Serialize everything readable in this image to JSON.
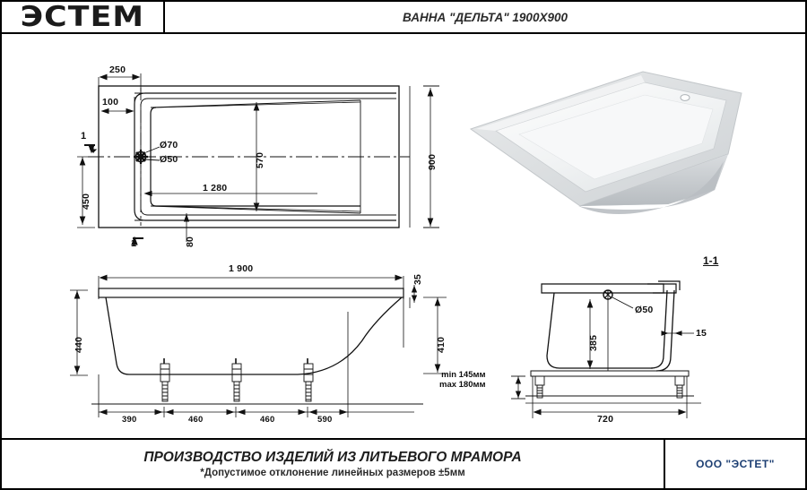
{
  "header": {
    "logo": "ЭСТЕМ",
    "title": "ВАННА \"ДЕЛЬТА\" 1900X900"
  },
  "footer": {
    "line1": "ПРОИЗВОДСТВО ИЗДЕЛИЙ ИЗ ЛИТЬЕВОГО МРАМОРА",
    "line2": "*Допустимое отклонение линейных размеров ±5мм",
    "company": "ООО \"ЭСТЕТ\"",
    "company_color": "#1d3f73"
  },
  "views": {
    "plan": {
      "name": "plan-view",
      "dimensions": {
        "offset_250": "250",
        "offset_100": "100",
        "drain_outer": "Ø70",
        "drain_inner": "Ø50",
        "inner_width_570": "570",
        "inner_length_1280": "1 280",
        "edge_450": "450",
        "rim_80": "80",
        "overall_width_900": "900"
      },
      "section_marks": [
        "1",
        "1"
      ]
    },
    "elevation": {
      "name": "front-elevation",
      "dimensions": {
        "overall_length_1900": "1 900",
        "height_440": "440",
        "rim_35": "35",
        "depth_410": "410",
        "leg_390": "390",
        "leg_460_a": "460",
        "leg_460_b": "460",
        "end_590": "590"
      }
    },
    "section": {
      "name": "section-1-1",
      "label": "1-1",
      "dimensions": {
        "overflow_50": "Ø50",
        "inner_depth_385": "385",
        "wall_15": "15",
        "base_720": "720"
      },
      "leg_note": [
        "min 145мм",
        "max 180мм"
      ]
    },
    "photo": {
      "name": "bathtub-photo",
      "alt": "white rectangular bathtub"
    }
  }
}
